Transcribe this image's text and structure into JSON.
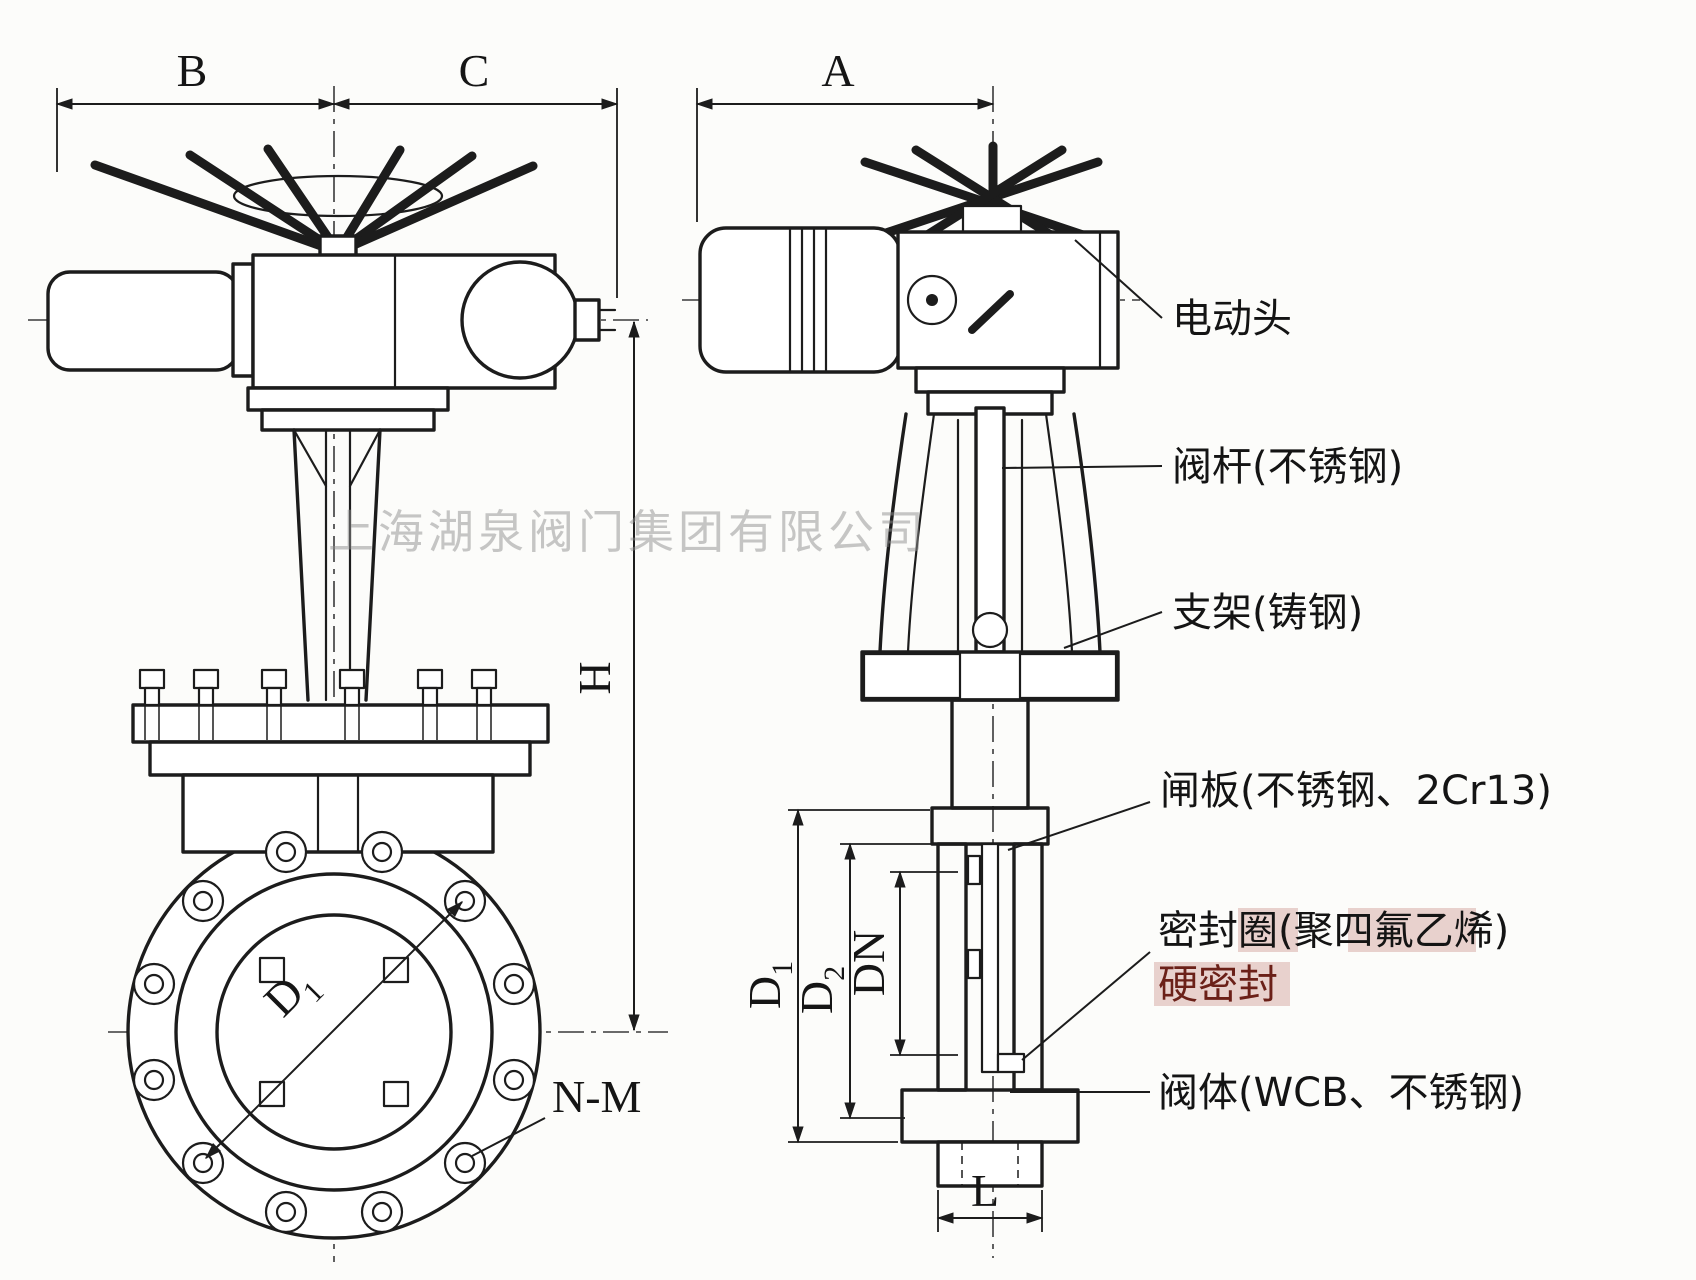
{
  "watermark": "上海湖泉阀门集团有限公司",
  "dims": {
    "B": "B",
    "C": "C",
    "A": "A",
    "H": "H",
    "L": "L",
    "DN": "DN",
    "NM": "N-M",
    "D1": {
      "base": "D",
      "sub": "1"
    },
    "D2": {
      "base": "D",
      "sub": "2"
    }
  },
  "part_labels": {
    "actuator": "电动头",
    "stem": "阀杆(不锈钢)",
    "bracket": "支架(铸钢)",
    "gate": "闸板(不锈钢、2Cr13)",
    "seal_line1": "密封圈(聚四氟乙烯)",
    "seal_line2": "硬密封",
    "body": "阀体(WCB、不锈钢)"
  },
  "colors": {
    "line": "#1c1c1c",
    "stamp_red": "#a23a2e",
    "watermark_gray": "#8f8f8f"
  }
}
